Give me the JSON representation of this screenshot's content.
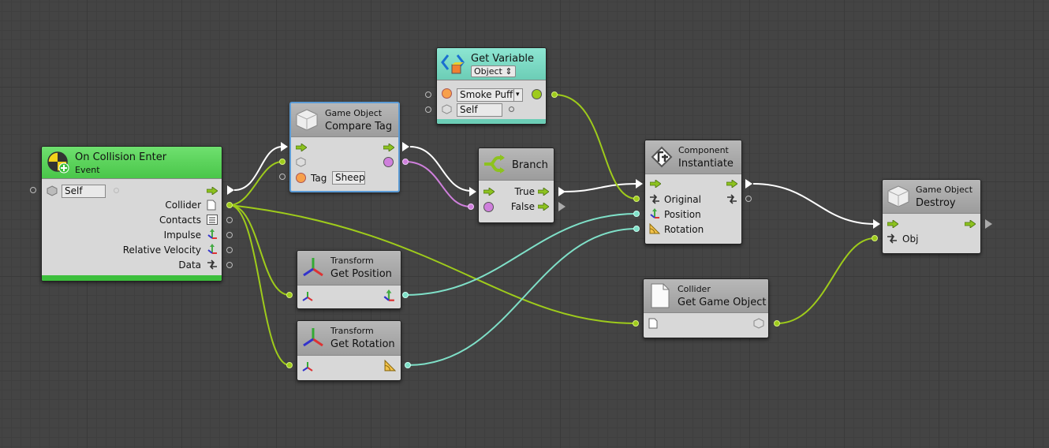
{
  "nodes": {
    "on_collision_enter": {
      "title": "On Collision Enter",
      "subtitle": "Event",
      "self_value": "Self",
      "outputs": [
        "Collider",
        "Contacts",
        "Impulse",
        "Relative Velocity",
        "Data"
      ]
    },
    "compare_tag": {
      "category": "Game Object",
      "title": "Compare Tag",
      "tag_label": "Tag",
      "tag_value": "Sheep"
    },
    "get_variable": {
      "title": "Get Variable",
      "kind_dropdown": "Object",
      "name_value": "Smoke Puff",
      "self_value": "Self"
    },
    "branch": {
      "title": "Branch",
      "true_label": "True",
      "false_label": "False"
    },
    "instantiate": {
      "category": "Component",
      "title": "Instantiate",
      "inputs": [
        "Original",
        "Position",
        "Rotation"
      ]
    },
    "destroy": {
      "category": "Game Object",
      "title": "Destroy",
      "input_label": "Obj"
    },
    "get_position": {
      "category": "Transform",
      "title": "Get Position"
    },
    "get_rotation": {
      "category": "Transform",
      "title": "Get Rotation"
    },
    "get_game_object": {
      "category": "Collider",
      "title": "Get Game Object"
    }
  },
  "colors": {
    "event_header": "#5cd65c",
    "variable_header": "#7fd8c4",
    "default_header": "#a8a8a8",
    "flow_wire": "#ffffff",
    "object_wire": "#9ecb1b",
    "vector_wire": "#7fe0c8",
    "bool_wire": "#cf7fdc",
    "selection": "#5b9bd5"
  }
}
